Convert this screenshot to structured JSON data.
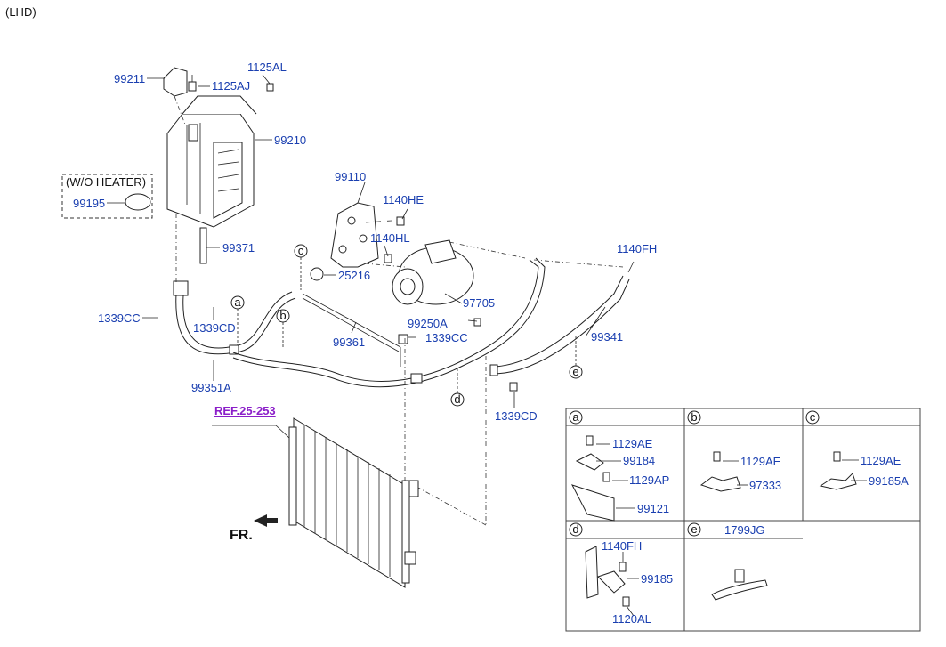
{
  "header": {
    "variant": "(LHD)"
  },
  "labels": {
    "p99211": "99211",
    "p1125AL": "1125AL",
    "p1125AJ": "1125AJ",
    "p99210": "99210",
    "wo_heater": "(W/O HEATER)",
    "p99195": "99195",
    "p99371": "99371",
    "p99110": "99110",
    "p1140HE": "1140HE",
    "p1140HL": "1140HL",
    "p25216": "25216",
    "p97705": "97705",
    "p99250A": "99250A",
    "p1140FH": "1140FH",
    "p99341": "99341",
    "p1339CC_left": "1339CC",
    "p1339CD_left": "1339CD",
    "p99361": "99361",
    "p1339CC_mid": "1339CC",
    "p99351A": "99351A",
    "p1339CD_right": "1339CD",
    "ref": "REF.25-253",
    "fr": "FR.",
    "callout_a": "a",
    "callout_b": "b",
    "callout_c": "c",
    "callout_d": "d",
    "callout_e": "e"
  },
  "detail_table": {
    "cells": [
      {
        "key": "a",
        "parts": [
          "1129AE",
          "99184",
          "1129AP",
          "99121"
        ]
      },
      {
        "key": "b",
        "parts": [
          "1129AE",
          "97333"
        ]
      },
      {
        "key": "c",
        "parts": [
          "1129AE",
          "99185A"
        ]
      },
      {
        "key": "d",
        "parts": [
          "1140FH",
          "99185",
          "1120AL"
        ]
      },
      {
        "key": "e",
        "title": "1799JG"
      }
    ]
  },
  "colors": {
    "label": "#1a3fb0",
    "ref": "#8b1ec9",
    "line": "#222222"
  }
}
